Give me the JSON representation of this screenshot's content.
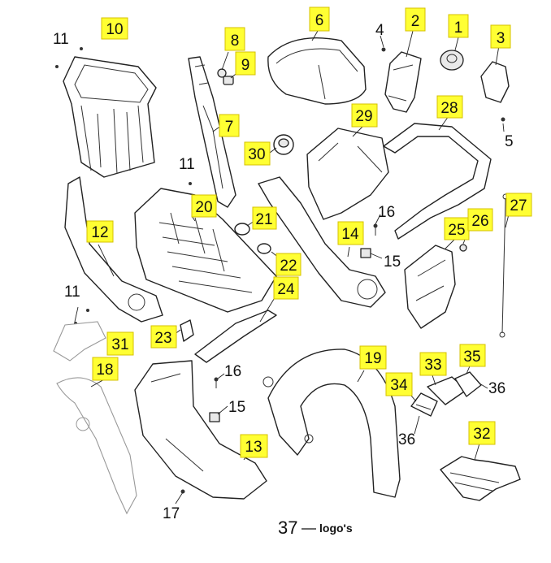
{
  "labels": {
    "n1": "1",
    "n2": "2",
    "n3": "3",
    "n4": "4",
    "n5": "5",
    "n6": "6",
    "n7": "7",
    "n8": "8",
    "n9": "9",
    "n10": "10",
    "n11a": "11",
    "n11b": "11",
    "n11c": "11",
    "n12": "12",
    "n13": "13",
    "n14": "14",
    "n15a": "15",
    "n15b": "15",
    "n16a": "16",
    "n16b": "16",
    "n17": "17",
    "n18": "18",
    "n19": "19",
    "n20": "20",
    "n21": "21",
    "n22": "22",
    "n23": "23",
    "n24": "24",
    "n25": "25",
    "n26": "26",
    "n27": "27",
    "n28": "28",
    "n29": "29",
    "n30": "30",
    "n31": "31",
    "n32": "32",
    "n33": "33",
    "n34": "34",
    "n35": "35",
    "n36a": "36",
    "n36b": "36"
  },
  "footer": {
    "number": "37",
    "text": "logo's"
  },
  "colors": {
    "highlight": "#ffff33",
    "line": "#222222"
  }
}
